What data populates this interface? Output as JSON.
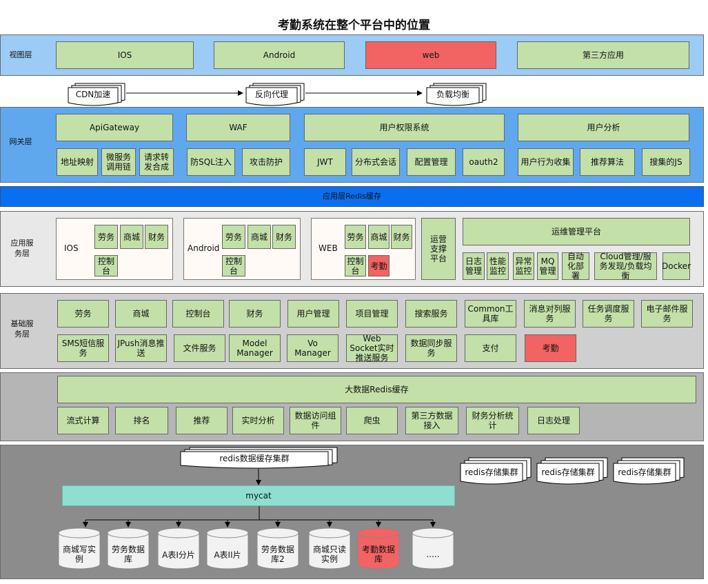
{
  "title": "考勤系统在整个平台中的位置",
  "view_layer": {
    "label": "视图层",
    "items": [
      "IOS",
      "Android",
      "web",
      "第三方应用"
    ]
  },
  "proxy_docs": [
    "CDN加速",
    "反向代理",
    "负载均衡"
  ],
  "gateway_layer": {
    "label": "网关层",
    "groups": [
      "ApiGateway",
      "WAF",
      "用户权限系统",
      "用户分析"
    ],
    "items": [
      "地址映射",
      "微服务调用链",
      "请求转发合成",
      "防SQL注入",
      "攻击防护",
      "JWT",
      "分布式会话",
      "配置管理",
      "oauth2",
      "用户行为收集",
      "推荐算法",
      "搜集的JS"
    ]
  },
  "redis_app_bar": "应用层Redis缓存",
  "app_service_layer": {
    "label": "应用服务层",
    "clients": [
      {
        "name": "IOS",
        "modules": [
          "劳务",
          "商城",
          "财务",
          "控制台"
        ]
      },
      {
        "name": "Android",
        "modules": [
          "劳务",
          "商城",
          "财务",
          "控制台"
        ]
      },
      {
        "name": "WEB",
        "modules": [
          "劳务",
          "商城",
          "财务",
          "控制台",
          "考勤"
        ]
      }
    ],
    "ops_support": "运营支撑平台",
    "ops_platform": "运维管理平台",
    "ops_items": [
      "日志管理",
      "性能监控",
      "异常监控",
      "MQ管理",
      "自动化部署",
      "Cloud管理/服务发现/负载均衡",
      "Docker"
    ]
  },
  "base_service_layer": {
    "label": "基础服务层",
    "row1": [
      "劳务",
      "商城",
      "控制台",
      "财务",
      "用户管理",
      "项目管理",
      "搜索服务",
      "Common工具库",
      "消息对列服务",
      "任务调度服务",
      "电子邮件服务"
    ],
    "row2": [
      "SMS短信服务",
      "JPush消息推送",
      "文件服务",
      "Model Manager",
      "Vo Manager",
      "Web Socket实时推送服务",
      "数据同步服务",
      "支付",
      "考勤"
    ]
  },
  "big_data_layer": {
    "redis_bar": "大数据Redis缓存",
    "items": [
      "流式计算",
      "排名",
      "推荐",
      "实时分析",
      "数据访问组件",
      "爬虫",
      "第三方数据接入",
      "财务分析统计",
      "日志处理"
    ]
  },
  "storage_layer": {
    "redis_cluster": "redis数据缓存集群",
    "storage_clusters": [
      "redis存储集群",
      "redis存储集群",
      "redis存储集群"
    ],
    "mycat": "mycat",
    "databases": [
      "商城写实例",
      "劳务数据库",
      "A表I分片",
      "A表II片",
      "劳务数据库2",
      "商城只读实例",
      "考勤数据库",
      "....."
    ]
  },
  "colors": {
    "green_box": "#c3e0a9",
    "red_highlight": "#f26363",
    "view_bg": "#9ccbf5",
    "gateway_bg": "#5fa8ee",
    "redis_bar": "#0a6fef",
    "app_bg": "#e8e8e8",
    "base_bg": "#cfcfcf",
    "bigdata_bg": "#b5b5b5",
    "storage_bg": "#8c8c8c",
    "mycat": "#8edfcf"
  }
}
